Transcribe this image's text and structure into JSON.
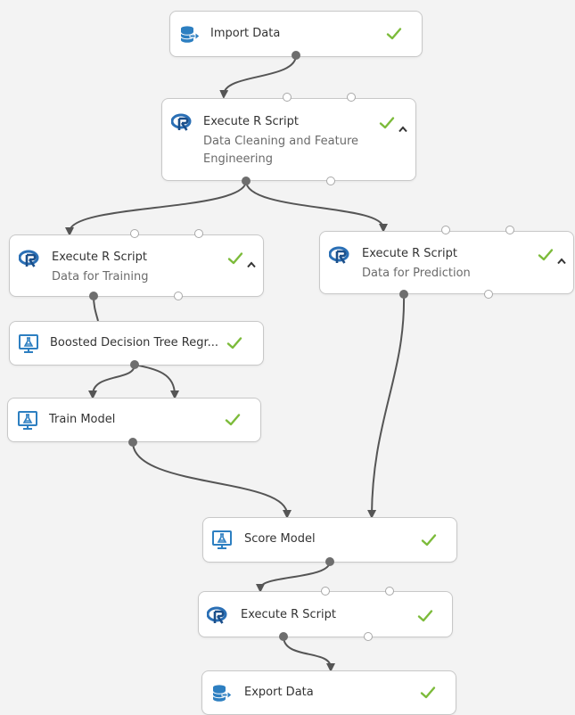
{
  "accent_colors": {
    "status_check": "#7cbb3a",
    "r_icon": "#2a6fb5",
    "module_icon": "#2d7fc1",
    "edge": "#555555"
  },
  "modules": [
    {
      "id": "import-data",
      "title": "Import Data",
      "subtitle": "",
      "icon": "database-export-icon",
      "status": "check-icon",
      "caret": false
    },
    {
      "id": "execute-r-script-cleaning",
      "title": "Execute R Script",
      "subtitle": "Data Cleaning and Feature Engineering",
      "icon": "r-logo-icon",
      "status": "check-icon",
      "caret": true
    },
    {
      "id": "execute-r-script-training",
      "title": "Execute R Script",
      "subtitle": "Data for Training",
      "icon": "r-logo-icon",
      "status": "check-icon",
      "caret": true
    },
    {
      "id": "execute-r-script-prediction",
      "title": "Execute R Script",
      "subtitle": "Data for Prediction",
      "icon": "r-logo-icon",
      "status": "check-icon",
      "caret": true
    },
    {
      "id": "boosted-decision-tree",
      "title": "Boosted Decision Tree Regr...",
      "subtitle": "",
      "icon": "flask-monitor-icon",
      "status": "check-icon",
      "caret": false
    },
    {
      "id": "train-model",
      "title": "Train Model",
      "subtitle": "",
      "icon": "flask-monitor-icon",
      "status": "check-icon",
      "caret": false
    },
    {
      "id": "score-model",
      "title": "Score Model",
      "subtitle": "",
      "icon": "flask-monitor-icon",
      "status": "check-icon",
      "caret": false
    },
    {
      "id": "execute-r-script-final",
      "title": "Execute R Script",
      "subtitle": "",
      "icon": "r-logo-icon",
      "status": "check-icon",
      "caret": false
    },
    {
      "id": "export-data",
      "title": "Export Data",
      "subtitle": "",
      "icon": "database-export-icon",
      "status": "check-icon",
      "caret": false
    }
  ],
  "connections": [
    {
      "from": "import-data",
      "to": "execute-r-script-cleaning"
    },
    {
      "from": "execute-r-script-cleaning",
      "to": "execute-r-script-training"
    },
    {
      "from": "execute-r-script-cleaning",
      "to": "execute-r-script-prediction"
    },
    {
      "from": "execute-r-script-training",
      "to": "boosted-decision-tree"
    },
    {
      "from": "boosted-decision-tree",
      "to": "train-model"
    },
    {
      "from": "boosted-decision-tree",
      "to": "train-model"
    },
    {
      "from": "train-model",
      "to": "score-model"
    },
    {
      "from": "execute-r-script-prediction",
      "to": "score-model"
    },
    {
      "from": "score-model",
      "to": "execute-r-script-final"
    },
    {
      "from": "execute-r-script-final",
      "to": "export-data"
    }
  ]
}
